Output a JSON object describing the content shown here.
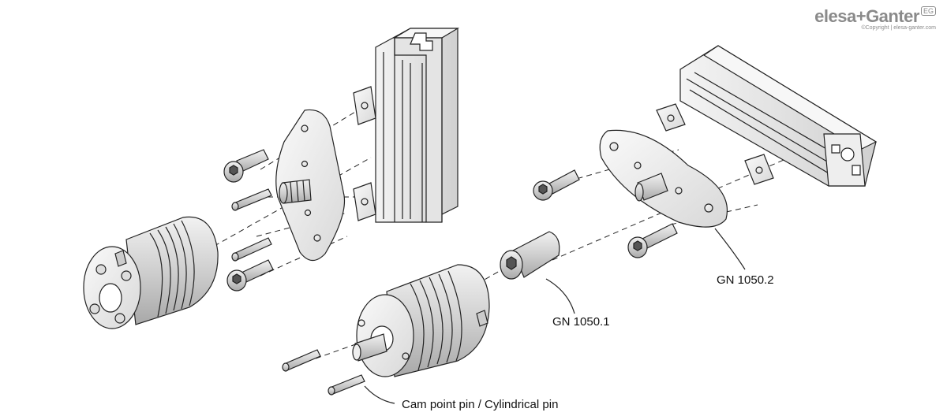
{
  "brand": {
    "logo_text": "elesa+Ganter",
    "badge": "EG",
    "copyright": "©Copyright | elesa-ganter.com"
  },
  "callouts": {
    "gn_1050_1": "GN 1050.1",
    "gn_1050_2": "GN 1050.2",
    "pins": "Cam point pin / Cylindrical pin"
  },
  "colors": {
    "line": "#222222",
    "metal_light": "#e6e6e6",
    "metal_mid": "#c8c8c8",
    "metal_dark": "#9a9a9a",
    "brand_grey": "#8a8a8a"
  }
}
